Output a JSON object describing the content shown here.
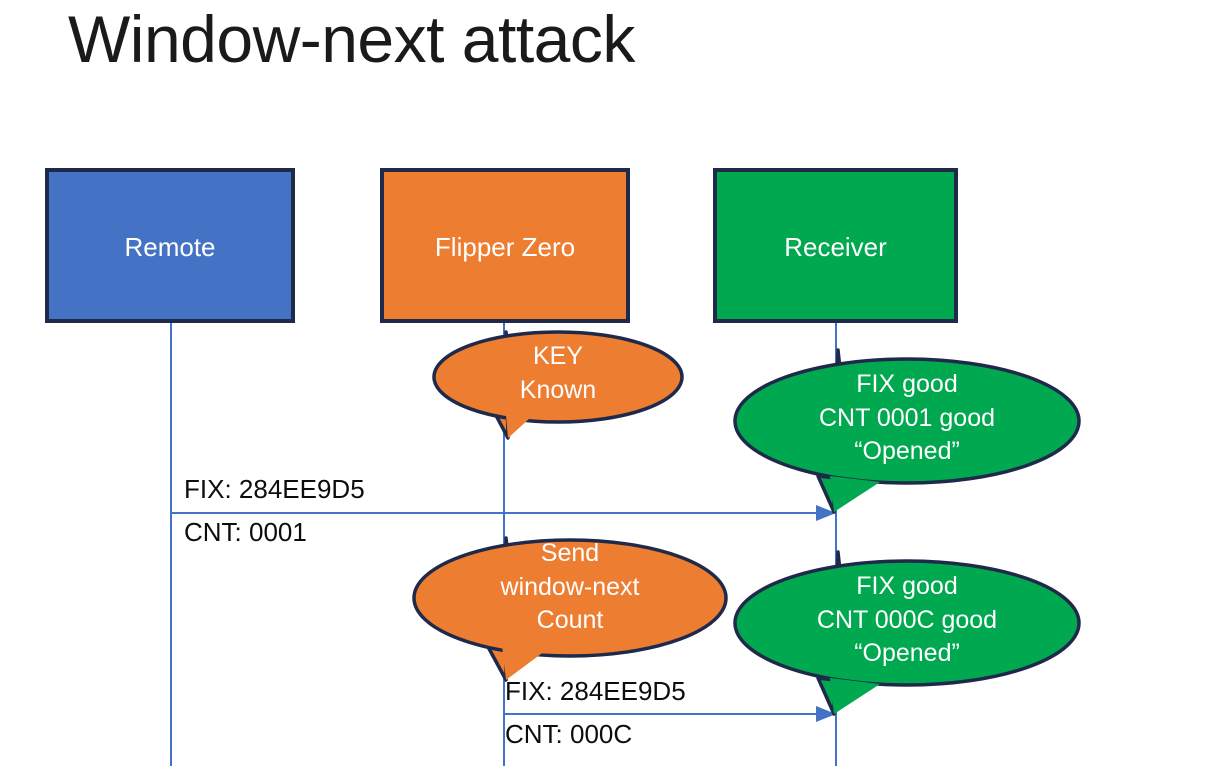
{
  "slide": {
    "title": "Window-next attack",
    "background": "#ffffff"
  },
  "colors": {
    "remote_fill": "#4472C4",
    "flipper_fill": "#ED7D31",
    "receiver_fill": "#00A84F",
    "box_stroke": "#1F2A4B",
    "lifeline": "#4472C4",
    "arrow": "#4472C4",
    "label_text": "#0D0D0D",
    "actor_text": "#FFFFFF"
  },
  "actors": [
    {
      "id": "remote",
      "label": "Remote",
      "fill": "#4472C4"
    },
    {
      "id": "flipper",
      "label": "Flipper Zero",
      "fill": "#ED7D31"
    },
    {
      "id": "receiver",
      "label": "Receiver",
      "fill": "#00A84F"
    }
  ],
  "callouts": [
    {
      "id": "key-known",
      "owner": "flipper",
      "fill": "#ED7D31",
      "lines": [
        "KEY",
        "Known"
      ]
    },
    {
      "id": "fix-good-0001",
      "owner": "receiver",
      "fill": "#00A84F",
      "lines": [
        "FIX good",
        "CNT 0001 good",
        "“Opened”"
      ]
    },
    {
      "id": "send-window-next",
      "owner": "flipper",
      "fill": "#ED7D31",
      "lines": [
        "Send",
        "window-next",
        "Count"
      ]
    },
    {
      "id": "fix-good-000c",
      "owner": "receiver",
      "fill": "#00A84F",
      "lines": [
        "FIX good",
        "CNT 000C good",
        "“Opened”"
      ]
    }
  ],
  "messages": [
    {
      "id": "remote-to-receiver",
      "from": "remote",
      "to": "receiver",
      "line1": "FIX: 284EE9D5",
      "line2": "CNT: 0001"
    },
    {
      "id": "flipper-to-receiver",
      "from": "flipper",
      "to": "receiver",
      "line1": "FIX: 284EE9D5",
      "line2": "CNT: 000C"
    }
  ]
}
